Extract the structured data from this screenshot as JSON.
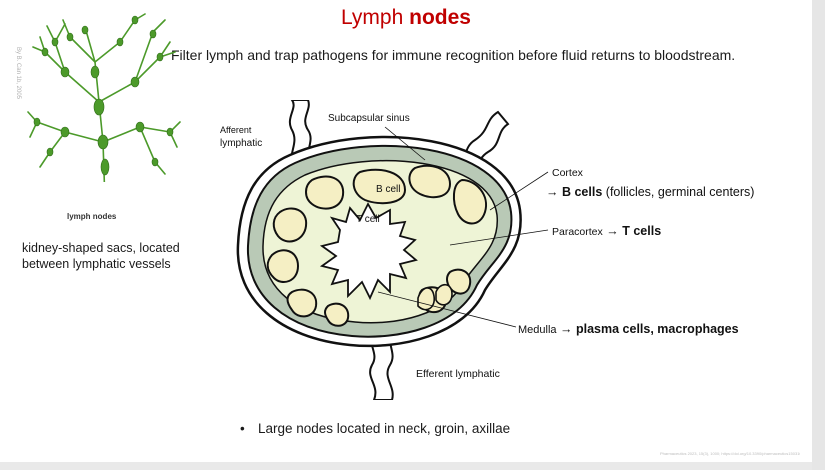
{
  "title": {
    "plain": "Lymph",
    "bold": "nodes"
  },
  "subtitle": "Filter lymph and trap pathogens for immune recognition before fluid returns to bloodstream.",
  "credit_vertical": "By B. Can 1b, 2005",
  "illustration_caption": "lymph nodes",
  "description": "kidney-shaped sacs, located between lymphatic vessels",
  "bullet": "Large nodes located in neck, groin, axillae",
  "reference": "Pharmaceutics 2023, 15(3), 1000; https://doi.org/10.3390/pharmaceutics15031000",
  "diagram": {
    "labels": {
      "afferent_line1": "Afferent",
      "afferent_line2": "lymphatic",
      "subcapsular": "Subcapsular sinus",
      "b_cell": "B cell",
      "t_cell": "T cell",
      "efferent": "Efferent lymphatic"
    },
    "annotations": {
      "cortex": "Cortex",
      "cortex_arrow": "→",
      "cortex_bold": "B cells",
      "cortex_rest": "(follicles, germinal centers)",
      "paracortex": "Paracortex",
      "paracortex_arrow": "→",
      "paracortex_bold": "T cells",
      "medulla": "Medulla",
      "medulla_arrow": "→",
      "medulla_bold": "plasma cells, macrophages"
    },
    "colors": {
      "capsule_outer": "#ffffff",
      "sinus": "#b9c9b6",
      "cortex": "#eef4d6",
      "follicle": "#f5efc4",
      "outline": "#111111",
      "plant_green": "#4c9a2a",
      "title_red": "#c00000"
    }
  }
}
